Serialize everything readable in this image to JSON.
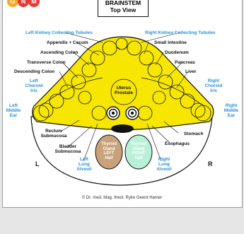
{
  "header": {
    "logo_letters": [
      "G",
      "N",
      "M"
    ],
    "title_line1": "BRAINSTEM",
    "title_line2": "Top View"
  },
  "labels": {
    "left_kidney": "Left Kidney Collecting Tubules",
    "right_kidney": "Right Kidney Collecting Tubules",
    "appendix": "Appendix + Cecum",
    "ascending_colon": "Ascending Colon",
    "transverse_colon": "Transverse Colon",
    "descending_colon": "Descending Colon",
    "small_intestine": "Small Intestine",
    "duodenum": "Duodenum",
    "pancreas": "Pancreas",
    "liver": "Liver",
    "left_choroid": "Left\nChoroid\nIris",
    "right_choroid": "Right\nChoroid\nIris",
    "left_middle_ear": "Left\nMiddle\nEar",
    "right_middle_ear": "Right\nMiddle\nEar",
    "uterus": "Uterus\nProstate",
    "rectum": "Rectum\nSubmucosa",
    "bladder": "Bladder\nSubmucosa",
    "stomach": "Stomach",
    "esophagus": "Esophagus",
    "left_lung": "Left\nLung\nAlveoli",
    "right_lung": "Right\nLung\nAlveoli",
    "thyroid_left": "Thyroid\nGland\nLEFT\nHalf",
    "thyroid_right": "Thyroid\nGland\nRIGHT\nHalf",
    "side_left": "L",
    "side_right": "R"
  },
  "footer": "© Dr. med. Mag. theol. Ryke Geerd Hamer",
  "colors": {
    "brainstem_yellow": "#f7e600",
    "label_blue": "#2a8fd8",
    "thyroid_left": "#c8a27a",
    "thyroid_right": "#b8f0d8",
    "logo_red": "#e53935",
    "logo_orange": "#f9a825"
  }
}
